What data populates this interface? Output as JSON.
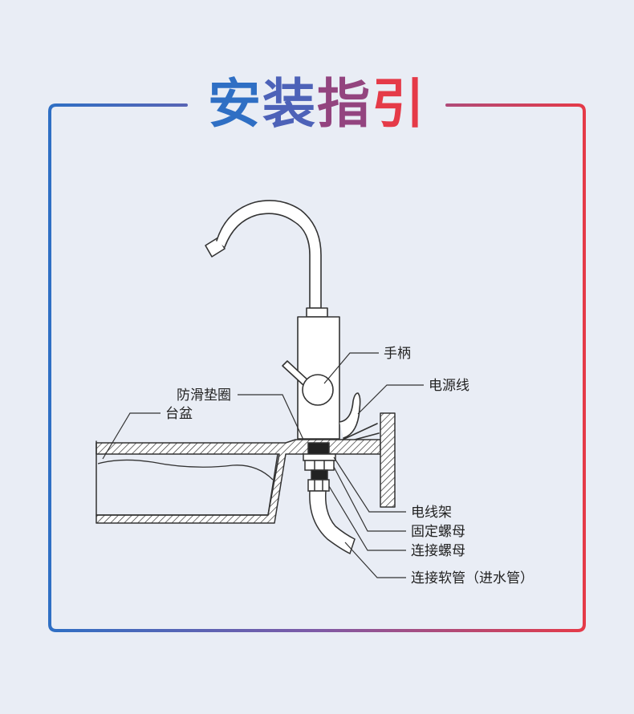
{
  "title": {
    "chars": [
      "安",
      "装",
      "指",
      "引"
    ],
    "colors": [
      "#2f6fc4",
      "#4d62b8",
      "#93447f",
      "#e53a48"
    ]
  },
  "frame": {
    "left_color": "#2f6fc4",
    "right_color": "#e53a48"
  },
  "labels": {
    "handle": "手柄",
    "power_cord": "电源线",
    "anti_slip_gasket": "防滑垫圈",
    "basin": "台盆",
    "wire_holder": "电线架",
    "fixing_nut": "固定螺母",
    "connecting_nut": "连接螺母",
    "hose": "连接软管（进水管）"
  }
}
